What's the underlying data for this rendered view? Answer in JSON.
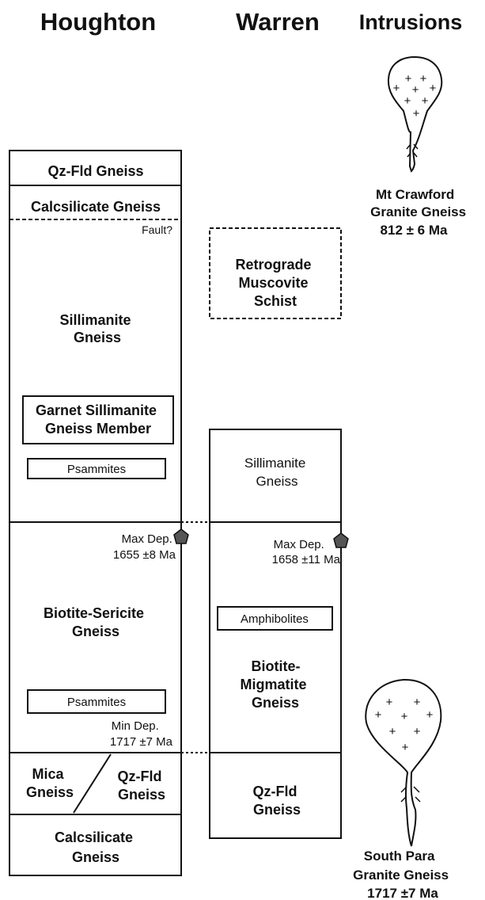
{
  "headers": {
    "houghton": "Houghton",
    "warren": "Warren",
    "intrusions": "Intrusions"
  },
  "houghton": {
    "qz_fld_top": "Qz-Fld Gneiss",
    "calcsilicate_top": "Calcsilicate Gneiss",
    "fault": "Fault?",
    "sillimanite": [
      "Sillimanite",
      "Gneiss"
    ],
    "garnet_member": [
      "Garnet Sillimanite",
      "Gneiss Member"
    ],
    "psammites_upper": "Psammites",
    "max_dep": [
      "Max Dep.",
      "1655 ±8 Ma"
    ],
    "biotite_sericite": [
      "Biotite-Sericite",
      "Gneiss"
    ],
    "psammites_lower": "Psammites",
    "min_dep": [
      "Min Dep.",
      "1717 ±7 Ma"
    ],
    "mica": [
      "Mica",
      "Gneiss"
    ],
    "qz_fld_lower": [
      "Qz-Fld",
      "Gneiss"
    ],
    "calcsilicate_bottom": [
      "Calcsilicate",
      "Gneiss"
    ]
  },
  "warren": {
    "retrograde": [
      "Retrograde",
      "Muscovite",
      "Schist"
    ],
    "sillimanite": [
      "Sillimanite",
      "Gneiss"
    ],
    "max_dep": [
      "Max Dep.",
      "1658 ±11 Ma"
    ],
    "amphibolites": "Amphibolites",
    "biotite_migmatite": [
      "Biotite-",
      "Migmatite",
      "Gneiss"
    ],
    "qz_fld": [
      "Qz-Fld",
      "Gneiss"
    ]
  },
  "intrusions": {
    "mt_crawford": [
      "Mt Crawford",
      "Granite Gneiss",
      "812 ± 6 Ma"
    ],
    "south_para": [
      "South Para",
      "Granite Gneiss",
      "1717 ±7 Ma"
    ]
  },
  "colors": {
    "line": "#111111",
    "marker": "#555555"
  }
}
